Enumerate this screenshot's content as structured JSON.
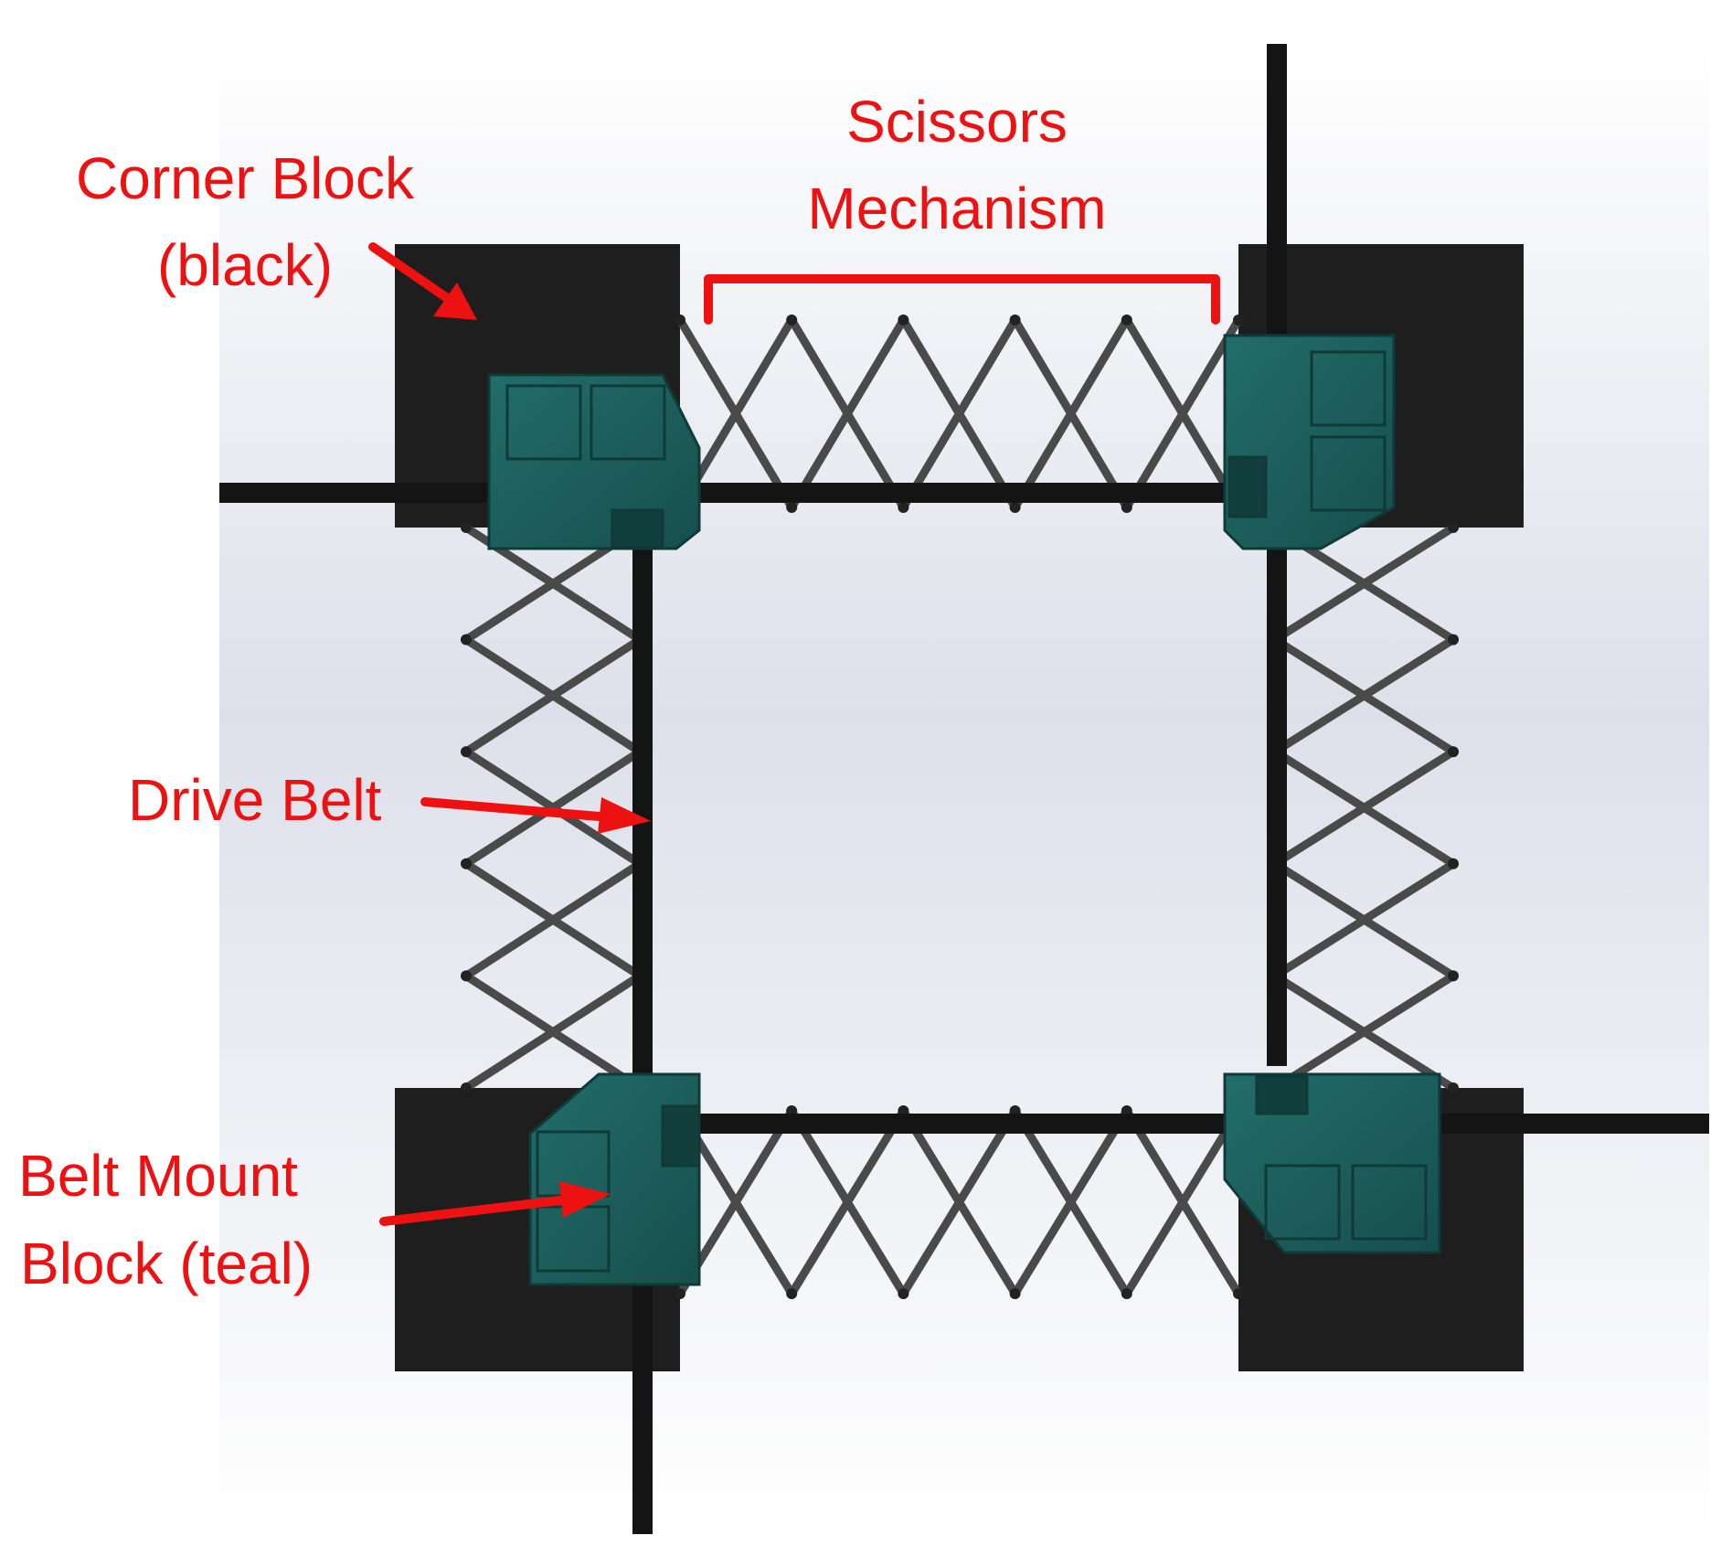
{
  "labels": {
    "scissors_line1": "Scissors",
    "scissors_line2": "Mechanism",
    "corner_line1": "Corner Block",
    "corner_line2": "(black)",
    "drive_belt": "Drive Belt",
    "belt_mount_line1": "Belt Mount",
    "belt_mount_line2": "Block (teal)"
  },
  "colors": {
    "annotation": "#ee1111",
    "corner_block": "#1e1e1e",
    "belt_mount_block": "#1c5e5c",
    "scissor_link": "#4a4a4a",
    "belt": "#141414"
  }
}
